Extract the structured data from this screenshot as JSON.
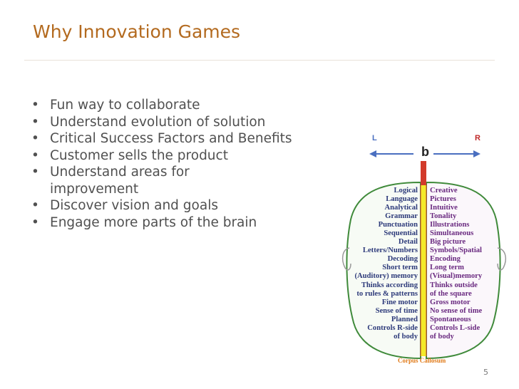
{
  "slide": {
    "title": "Why Innovation Games",
    "bullets": [
      "Fun way to collaborate",
      "Understand evolution of solution",
      "Critical Success Factors and Benefits",
      "Customer sells the product",
      "Understand areas for improvement",
      "Discover vision and goals",
      "Engage more parts of the brain"
    ],
    "page_number": "5"
  },
  "brain": {
    "left_arrow_label": "L",
    "right_arrow_label": "R",
    "center_label": "b",
    "left_traits": [
      "Logical",
      "Language",
      "Analytical",
      "Grammar",
      "Punctuation",
      "Sequential",
      "Detail",
      "Letters/Numbers",
      "Decoding",
      "Short term",
      "(Auditory) memory",
      "Thinks according",
      "to rules & patterns",
      "Fine motor",
      "Sense of time",
      "Planned",
      "Controls R-side",
      "of body"
    ],
    "right_traits": [
      "Creative",
      "Pictures",
      "Intuitive",
      "Tonality",
      "Illustrations",
      "Simultaneous",
      "Big picture",
      "Symbols/Spatial",
      "Encoding",
      "Long term",
      "(Visual)memory",
      "Thinks outside",
      "of the square",
      "Gross motor",
      "No sense of time",
      "Spontaneous",
      "Controls L-side",
      "of body"
    ],
    "corpus_label": "Corpus Callosum",
    "colors": {
      "left_text": "#2d3a7a",
      "right_text": "#6a2a80",
      "outline": "#3f8a3a",
      "divider": "#f2ea2a",
      "arrow": "#4a6fc0",
      "title": "#b36a1f"
    }
  }
}
